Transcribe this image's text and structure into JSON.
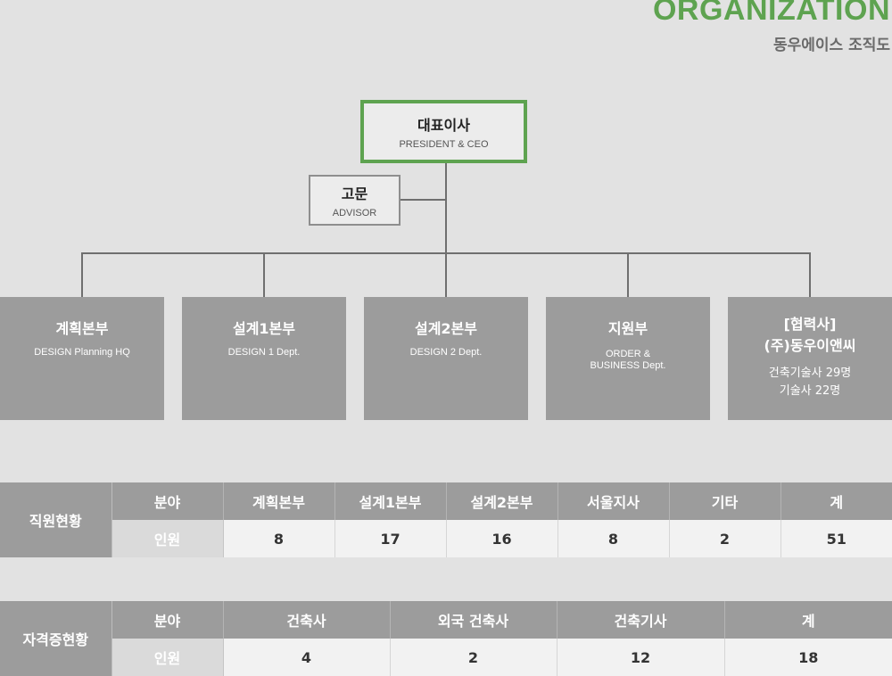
{
  "header": {
    "title": "ORGANIZATION",
    "subtitle": "동우에이스 조직도"
  },
  "president": {
    "name": "대표이사",
    "name_en": "PRESIDENT & CEO",
    "border_color": "#5ea350"
  },
  "advisor": {
    "name": "고문",
    "name_en": "ADVISOR"
  },
  "departments": [
    {
      "name": "계획본부",
      "name_en": "DESIGN Planning HQ"
    },
    {
      "name": "설계1본부",
      "name_en": "DESIGN 1 Dept."
    },
    {
      "name": "설계2본부",
      "name_en": "DESIGN 2 Dept."
    },
    {
      "name": "지원부",
      "name_en": "ORDER &",
      "name_en_2": "BUSINESS Dept."
    },
    {
      "name": "[협력사]",
      "name_2": "(주)동우이앤씨",
      "extra_1": "건축기술사 29명",
      "extra_2": "기술사 22명"
    }
  ],
  "staff_table": {
    "title": "직원현황",
    "header_label": "분야",
    "row_label": "인원",
    "columns": [
      "계획본부",
      "설계1본부",
      "설계2본부",
      "서울지사",
      "기타",
      "계"
    ],
    "values": [
      "8",
      "17",
      "16",
      "8",
      "2",
      "51"
    ]
  },
  "cert_table": {
    "title": "자격증현황",
    "header_label": "분야",
    "row_label": "인원",
    "columns": [
      "건축사",
      "외국 건축사",
      "건축기사",
      "계"
    ],
    "values": [
      "4",
      "2",
      "12",
      "18"
    ]
  },
  "colors": {
    "accent": "#5ea350",
    "box": "#9c9c9c",
    "background": "#e2e2e2"
  }
}
